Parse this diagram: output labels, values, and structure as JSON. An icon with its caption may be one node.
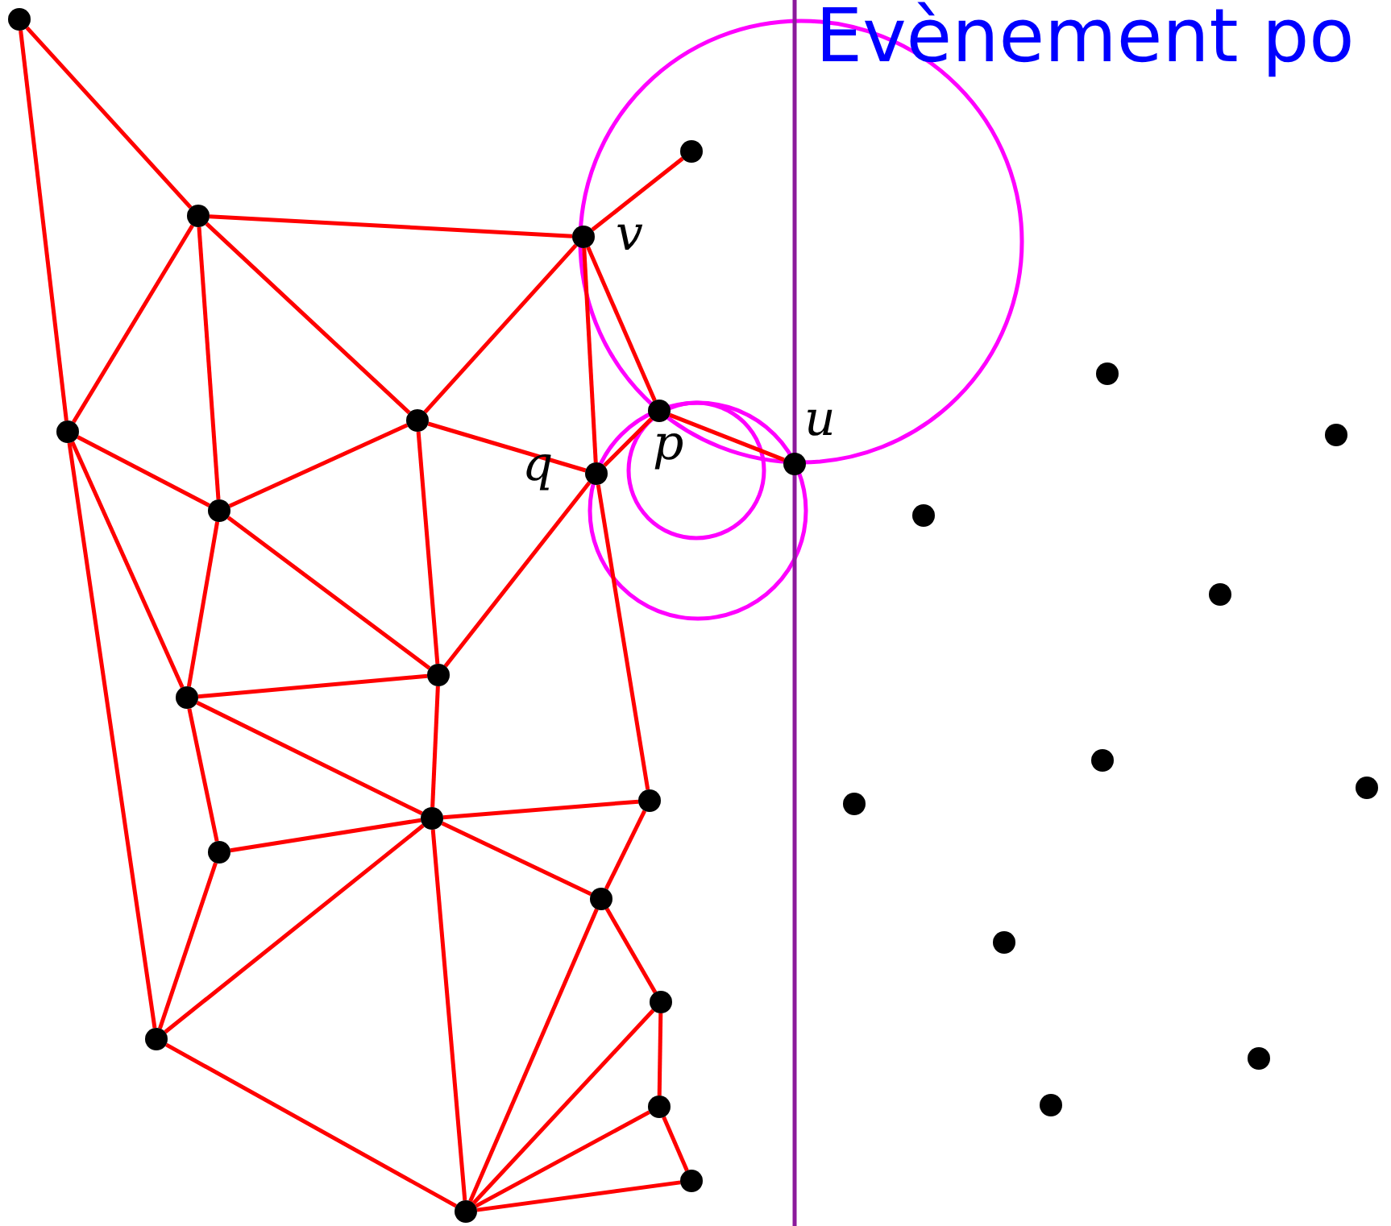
{
  "diagram": {
    "nodes": [
      {
        "text": [],
        "shape": "circle"
      },
      {
        "text": [],
        "shape": "circle"
      },
      {
        "text": [],
        "shape": "circle"
      },
      {
        "text": [],
        "shape": "circle",
        "beside": [
          "v"
        ]
      },
      {
        "text": [],
        "shape": "circle"
      },
      {
        "text": [],
        "shape": "circle",
        "beside": [
          "p"
        ]
      },
      {
        "text": [],
        "shape": "circle"
      },
      {
        "text": [],
        "shape": "circle"
      },
      {
        "text": [],
        "shape": "circle"
      },
      {
        "text": [],
        "shape": "circle",
        "beside": [
          "u"
        ]
      },
      {
        "text": [],
        "shape": "circle",
        "beside": [
          "q"
        ]
      },
      {
        "text": [],
        "shape": "circle"
      },
      {
        "text": [],
        "shape": "circle"
      },
      {
        "text": [],
        "shape": "circle"
      },
      {
        "text": [],
        "shape": "circle"
      },
      {
        "text": [],
        "shape": "circle"
      },
      {
        "text": [],
        "shape": "circle"
      },
      {
        "text": [],
        "shape": "circle"
      },
      {
        "text": [],
        "shape": "circle"
      },
      {
        "text": [],
        "shape": "circle"
      },
      {
        "text": [],
        "shape": "circle"
      },
      {
        "text": [],
        "shape": "circle"
      },
      {
        "text": [],
        "shape": "circle"
      },
      {
        "text": [],
        "shape": "circle"
      },
      {
        "text": [],
        "shape": "circle"
      },
      {
        "text": [],
        "shape": "circle"
      },
      {
        "text": [],
        "shape": "circle"
      },
      {
        "text": [],
        "shape": "circle"
      },
      {
        "text": [],
        "shape": "circle"
      },
      {
        "text": [],
        "shape": "circle"
      },
      {
        "text": [],
        "shape": "circle"
      }
    ],
    "edges": [
      {
        "from": 0,
        "to": 2,
        "arrow": "none"
      },
      {
        "from": 0,
        "to": 7,
        "arrow": "none"
      },
      {
        "from": 2,
        "to": 3,
        "arrow": "none"
      },
      {
        "from": 2,
        "to": 7,
        "arrow": "none"
      },
      {
        "from": 2,
        "to": 6,
        "arrow": "none"
      },
      {
        "from": 2,
        "to": 11,
        "arrow": "none"
      },
      {
        "from": 3,
        "to": 1,
        "arrow": "none"
      },
      {
        "from": 3,
        "to": 6,
        "arrow": "none"
      },
      {
        "from": 3,
        "to": 5,
        "arrow": "none"
      },
      {
        "from": 3,
        "to": 10,
        "arrow": "none"
      },
      {
        "from": 7,
        "to": 11,
        "arrow": "none"
      },
      {
        "from": 7,
        "to": 15,
        "arrow": "none"
      },
      {
        "from": 7,
        "to": 25,
        "arrow": "none"
      },
      {
        "from": 6,
        "to": 11,
        "arrow": "none"
      },
      {
        "from": 6,
        "to": 10,
        "arrow": "none"
      },
      {
        "from": 6,
        "to": 14,
        "arrow": "none"
      },
      {
        "from": 5,
        "to": 10,
        "arrow": "none"
      },
      {
        "from": 5,
        "to": 9,
        "arrow": "none"
      },
      {
        "from": 10,
        "to": 14,
        "arrow": "none"
      },
      {
        "from": 10,
        "to": 18,
        "arrow": "none"
      },
      {
        "from": 11,
        "to": 15,
        "arrow": "none"
      },
      {
        "from": 11,
        "to": 14,
        "arrow": "none"
      },
      {
        "from": 15,
        "to": 14,
        "arrow": "none"
      },
      {
        "from": 15,
        "to": 20,
        "arrow": "none"
      },
      {
        "from": 15,
        "to": 21,
        "arrow": "none"
      },
      {
        "from": 14,
        "to": 20,
        "arrow": "none"
      },
      {
        "from": 18,
        "to": 20,
        "arrow": "none"
      },
      {
        "from": 18,
        "to": 22,
        "arrow": "none"
      },
      {
        "from": 21,
        "to": 20,
        "arrow": "none"
      },
      {
        "from": 21,
        "to": 25,
        "arrow": "none"
      },
      {
        "from": 20,
        "to": 25,
        "arrow": "none"
      },
      {
        "from": 20,
        "to": 22,
        "arrow": "none"
      },
      {
        "from": 20,
        "to": 30,
        "arrow": "none"
      },
      {
        "from": 22,
        "to": 24,
        "arrow": "none"
      },
      {
        "from": 22,
        "to": 30,
        "arrow": "none"
      },
      {
        "from": 25,
        "to": 30,
        "arrow": "none"
      },
      {
        "from": 24,
        "to": 28,
        "arrow": "none"
      },
      {
        "from": 24,
        "to": 30,
        "arrow": "none"
      },
      {
        "from": 28,
        "to": 30,
        "arrow": "none"
      },
      {
        "from": 28,
        "to": 29,
        "arrow": "none"
      },
      {
        "from": 29,
        "to": 30,
        "arrow": "none"
      }
    ],
    "labels": [
      "Evènement po"
    ]
  }
}
